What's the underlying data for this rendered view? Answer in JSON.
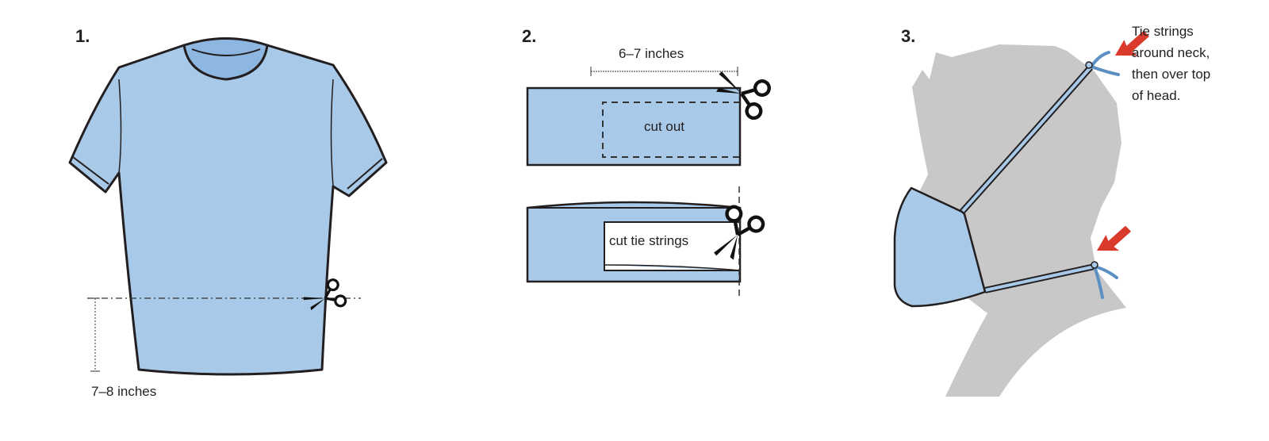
{
  "steps": [
    {
      "number": "1.",
      "measurement": "7–8 inches"
    },
    {
      "number": "2.",
      "measurement": "6–7 inches",
      "labels": [
        "cut out",
        "cut tie strings"
      ]
    },
    {
      "number": "3.",
      "note_lines": [
        "Tie strings",
        "around neck,",
        "then over top",
        "of head."
      ]
    }
  ],
  "colors": {
    "fabric": "#a8c9e8",
    "outline": "#231f20",
    "head": "#c8c8c8",
    "arrow": "#d93a2b"
  },
  "icons": [
    "scissors-icon",
    "arrow-icon"
  ]
}
